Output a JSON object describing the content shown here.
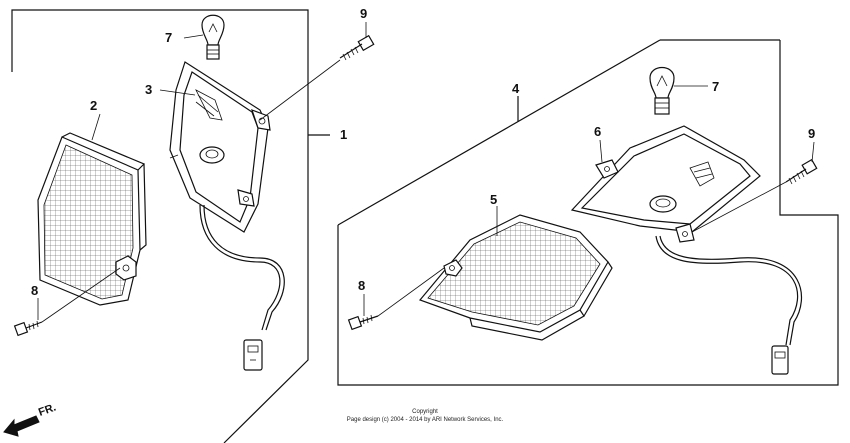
{
  "callouts": {
    "c1": "1",
    "c2": "2",
    "c3": "3",
    "c4": "4",
    "c5": "5",
    "c6": "6",
    "c7a": "7",
    "c7b": "7",
    "c8a": "8",
    "c8b": "8",
    "c9a": "9",
    "c9b": "9"
  },
  "footer": {
    "copyright_line1": "Copyright",
    "copyright_line2": "Page design (c) 2004 - 2014 by ARI Network Services, Inc."
  },
  "direction": {
    "label": "FR."
  }
}
